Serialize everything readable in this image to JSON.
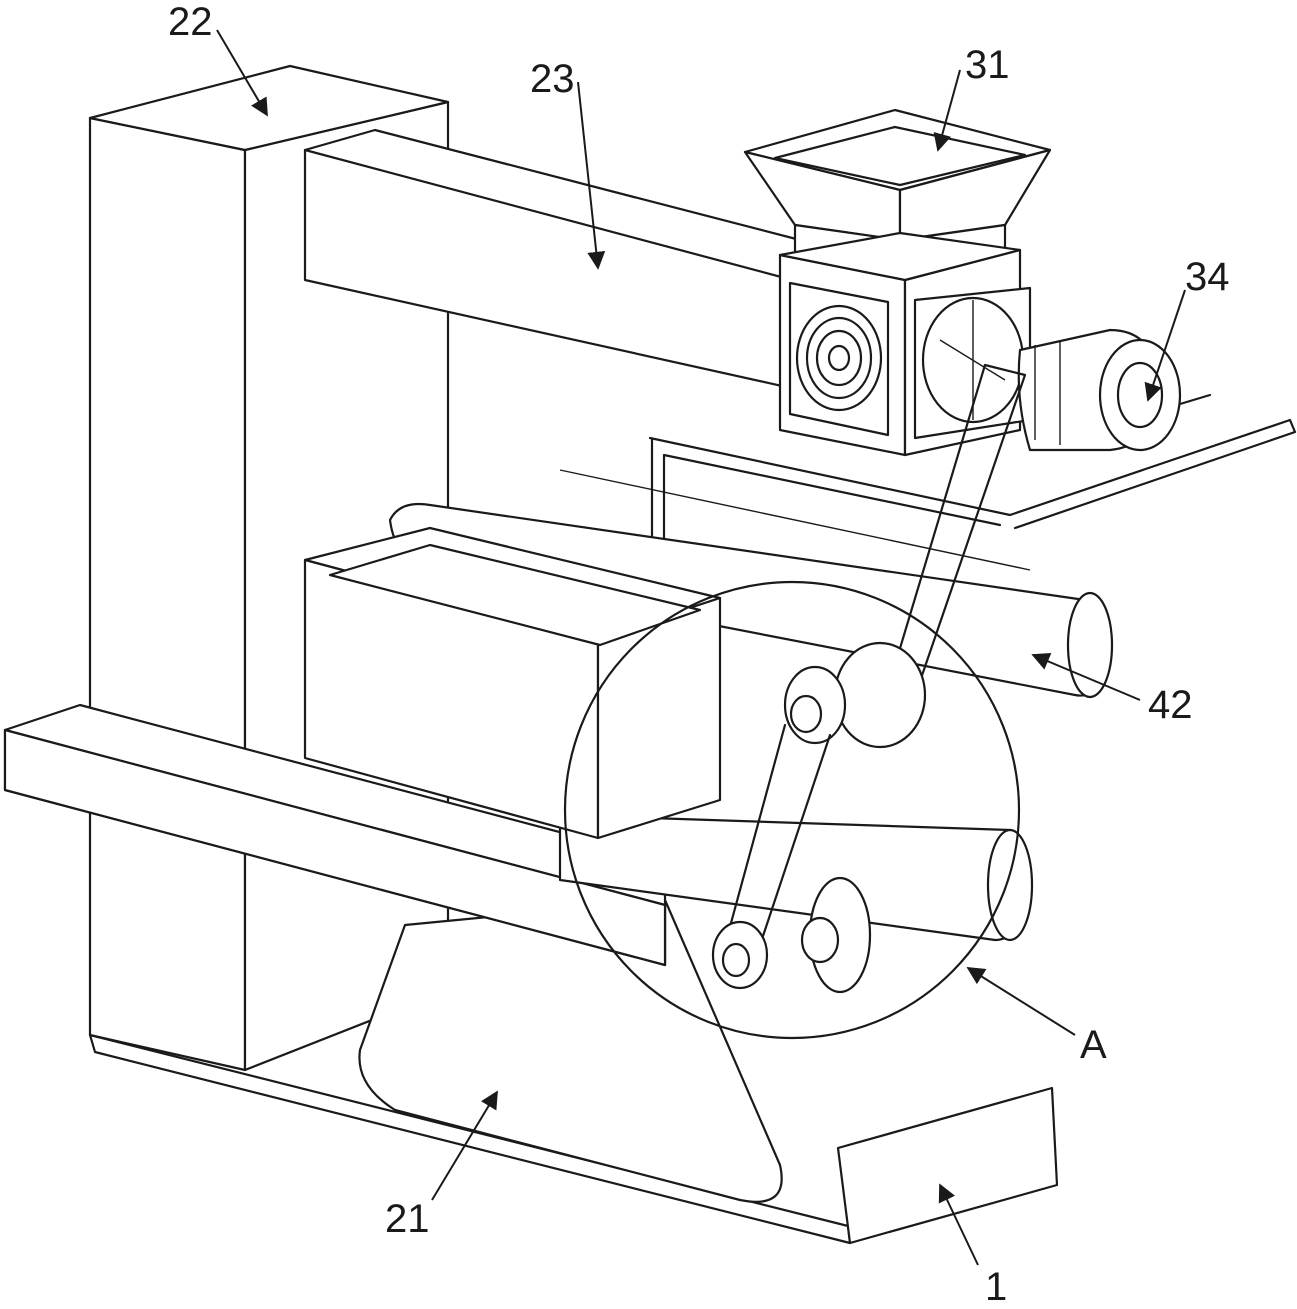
{
  "colors": {
    "stroke": "#1a1a1a",
    "background": "#ffffff"
  },
  "labels": {
    "l22": "22",
    "l23": "23",
    "l31": "31",
    "l34": "34",
    "l42": "42",
    "lA": "A",
    "l21": "21",
    "l1": "1"
  }
}
